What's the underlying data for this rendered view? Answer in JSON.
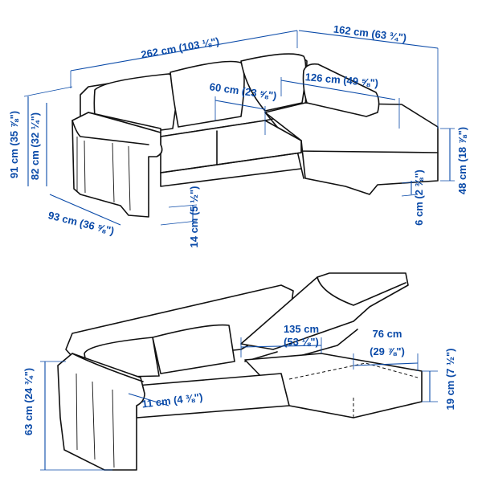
{
  "top_view": {
    "total_width": "262 cm (103 ⅛\")",
    "chaise_depth": "162 cm (63 ¾\")",
    "chaise_length": "126 cm (49 ⅝\")",
    "seat_depth": "60 cm (23 ⅝\")",
    "total_height": "91 cm (35 ⅞\")",
    "back_height": "82 cm (32 ¼\")",
    "depth": "93 cm (36 ⅝\")",
    "leg_height": "14 cm (5 ½\")",
    "clearance": "6 cm (2 ⅜\")",
    "seat_height": "48 cm (18 ⅞\")"
  },
  "bottom_view": {
    "storage_length": "135 cm",
    "storage_length_in": "(53 ⅛\")",
    "storage_width": "76 cm",
    "storage_width_in": "(29 ⅞\")",
    "seat_height_open": "63 cm (24 ¾\")",
    "arm_width": "11 cm (4 ⅜\")",
    "storage_depth": "19 cm (7 ½\")"
  },
  "colors": {
    "dimension": "#0a4aa8",
    "outline": "#111111"
  }
}
